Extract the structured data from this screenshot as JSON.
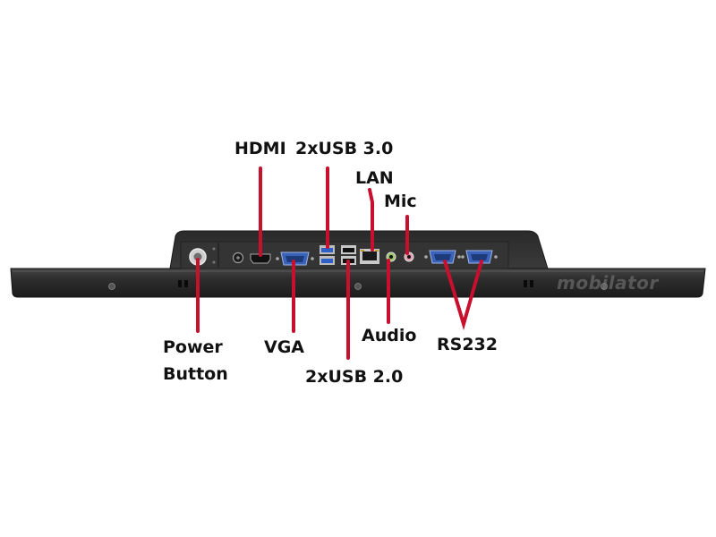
{
  "labels": {
    "hdmi": "HDMI",
    "usb3": "2xUSB 3.0",
    "lan": "LAN",
    "mic": "Mic",
    "power_line1": "Power",
    "power_line2": "Button",
    "vga": "VGA",
    "usb2": "2xUSB 2.0",
    "audio": "Audio",
    "rs232": "RS232"
  },
  "watermark": "mobilator",
  "colors": {
    "pointer": "#c8102e",
    "chassis": "#2d2d2d",
    "port_blue": "#3a62b8",
    "background": "#ffffff"
  }
}
